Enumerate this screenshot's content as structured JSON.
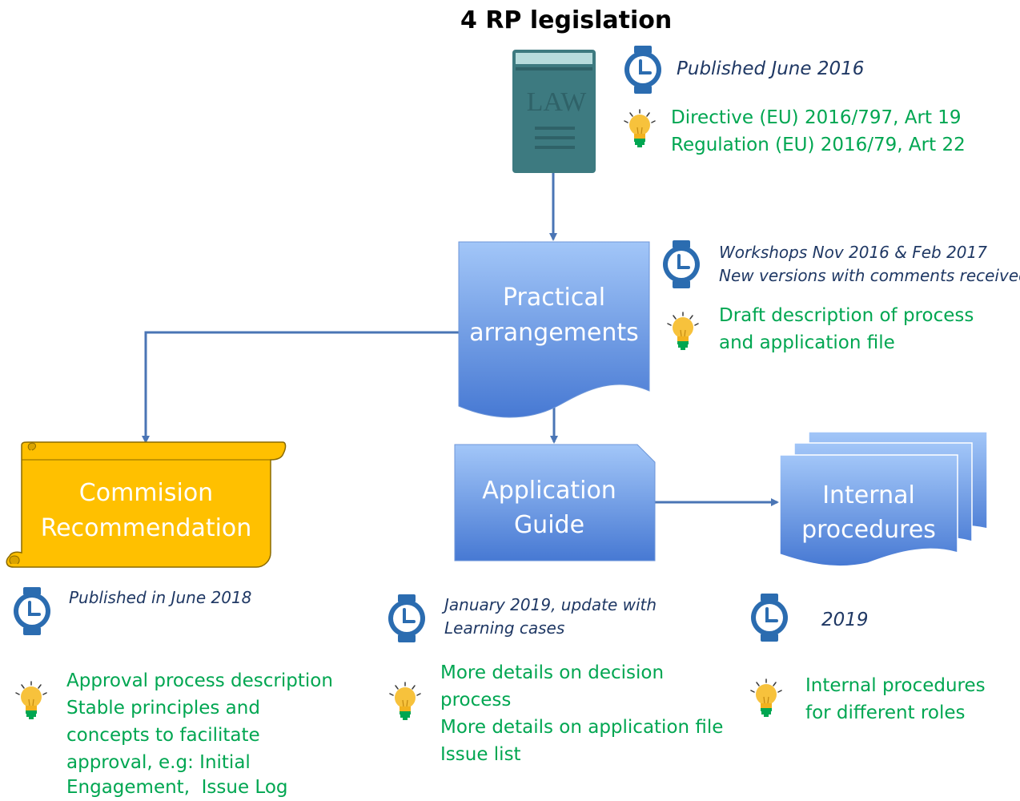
{
  "title": "4 RP legislation",
  "law_book": {
    "label": "LAW"
  },
  "top": {
    "date": "Published June 2016",
    "notes": [
      "Directive (EU) 2016/797, Art 19",
      "Regulation (EU) 2016/79, Art 22"
    ]
  },
  "practical_arrangements": {
    "label_lines": [
      "Practical",
      "arrangements"
    ],
    "dates": [
      "Workshops Nov 2016 & Feb 2017",
      "New versions with comments received"
    ],
    "notes": [
      "Draft description of process",
      "and application file"
    ]
  },
  "commission_recommendation": {
    "label_lines": [
      "Commision",
      "Recommendation"
    ],
    "date": "Published in June 2018",
    "notes": [
      "Approval process description",
      "Stable principles and",
      "concepts to facilitate",
      "approval, e.g: Initial",
      "Engagement,  Issue Log"
    ]
  },
  "application_guide": {
    "label_lines": [
      "Application",
      "Guide"
    ],
    "dates": [
      "January 2019, update with",
      "Learning cases"
    ],
    "notes": [
      "More details on decision",
      "process",
      "More details on application file",
      "Issue list"
    ]
  },
  "internal_procedures": {
    "label_lines": [
      "Internal",
      "procedures"
    ],
    "date": "2019",
    "notes": [
      "Internal procedures",
      "for different roles"
    ]
  },
  "colors": {
    "box_top": "#99bff5",
    "box_bottom": "#4a80d6",
    "scroll": "#ffc000",
    "scroll_dark": "#d9a300",
    "arrow": "#4a75b5",
    "note_green": "#00a651",
    "date_text": "#1f3864",
    "book": "#3d7a80"
  },
  "icons": [
    "clock-icon",
    "lightbulb-icon",
    "law-book-icon",
    "arrow-icon"
  ]
}
